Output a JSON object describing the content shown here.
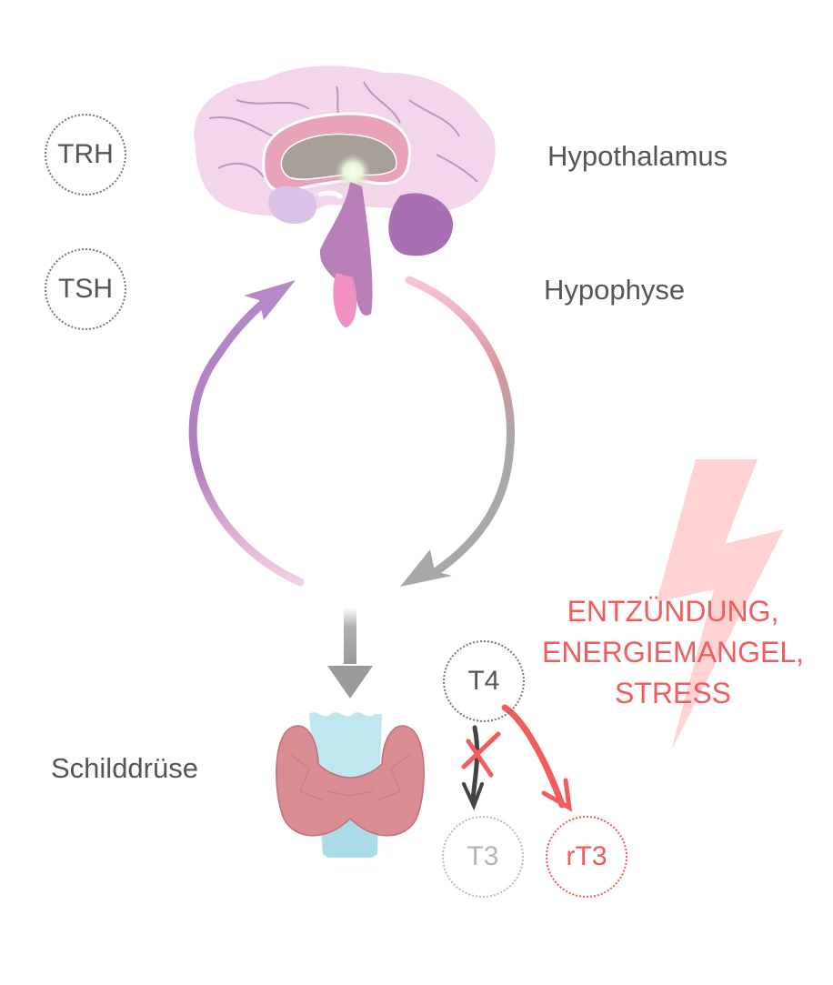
{
  "labels": {
    "hypothalamus": "Hypothalamus",
    "hypophyse": "Hypophyse",
    "schilddruese": "Schilddrüse"
  },
  "hormones": {
    "trh": "TRH",
    "tsh": "TSH",
    "t4": "T4",
    "t3": "T3",
    "rt3": "rT3"
  },
  "stress_factors": [
    "ENTZÜNDUNG,",
    "ENERGIEMANGEL,",
    "STRESS"
  ],
  "colors": {
    "text": "#555555",
    "alert": "#f25c5c",
    "bolt": "#ffd3d3",
    "arrow_left": "#b07cc0",
    "arrow_right": "#a8a8a8"
  }
}
